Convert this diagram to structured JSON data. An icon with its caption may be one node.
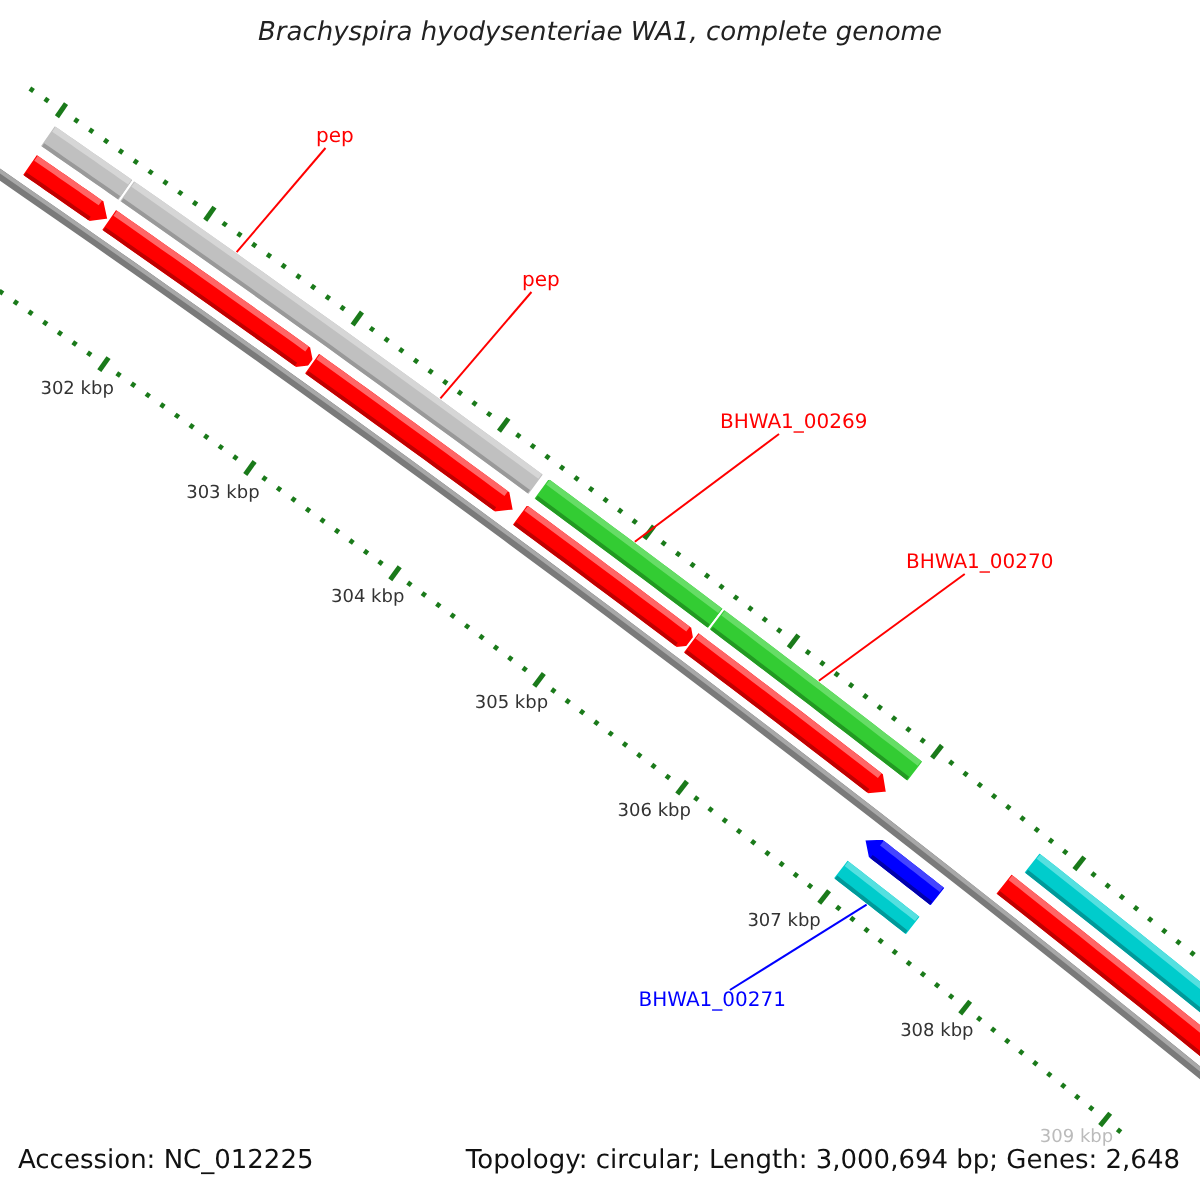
{
  "diagram": {
    "title": "Brachyspira hyodysenteriae WA1, complete genome",
    "nodes": [
      {
        "text": [
          "pep"
        ]
      },
      {
        "text": [
          "pep"
        ]
      },
      {
        "text": [
          "BHWA1_00269"
        ]
      },
      {
        "text": [
          "BHWA1_00270"
        ]
      },
      {
        "text": [
          "BHWA1_00271"
        ]
      },
      {
        "text": [],
        "shape": "bar"
      },
      {
        "text": [],
        "shape": "bar"
      },
      {
        "text": [],
        "shape": "bar"
      },
      {
        "text": [],
        "shape": "bar"
      }
    ],
    "edges": [
      {
        "from": 0,
        "to": 5,
        "arrow": "none"
      },
      {
        "from": 1,
        "to": 5,
        "arrow": "none"
      },
      {
        "from": 2,
        "to": 6,
        "arrow": "none"
      },
      {
        "from": 3,
        "to": 7,
        "arrow": "none"
      },
      {
        "from": 4,
        "to": 8,
        "arrow": "none",
        "color": "#0000ff"
      }
    ],
    "labels": [
      "302 kbp",
      "303 kbp",
      "304 kbp",
      "305 kbp",
      "306 kbp",
      "307 kbp",
      "308 kbp",
      "309 kbp",
      "Accession: NC_012225",
      "Topology: circular; Length: 3,000,694 bp; Genes: 2,648"
    ]
  }
}
